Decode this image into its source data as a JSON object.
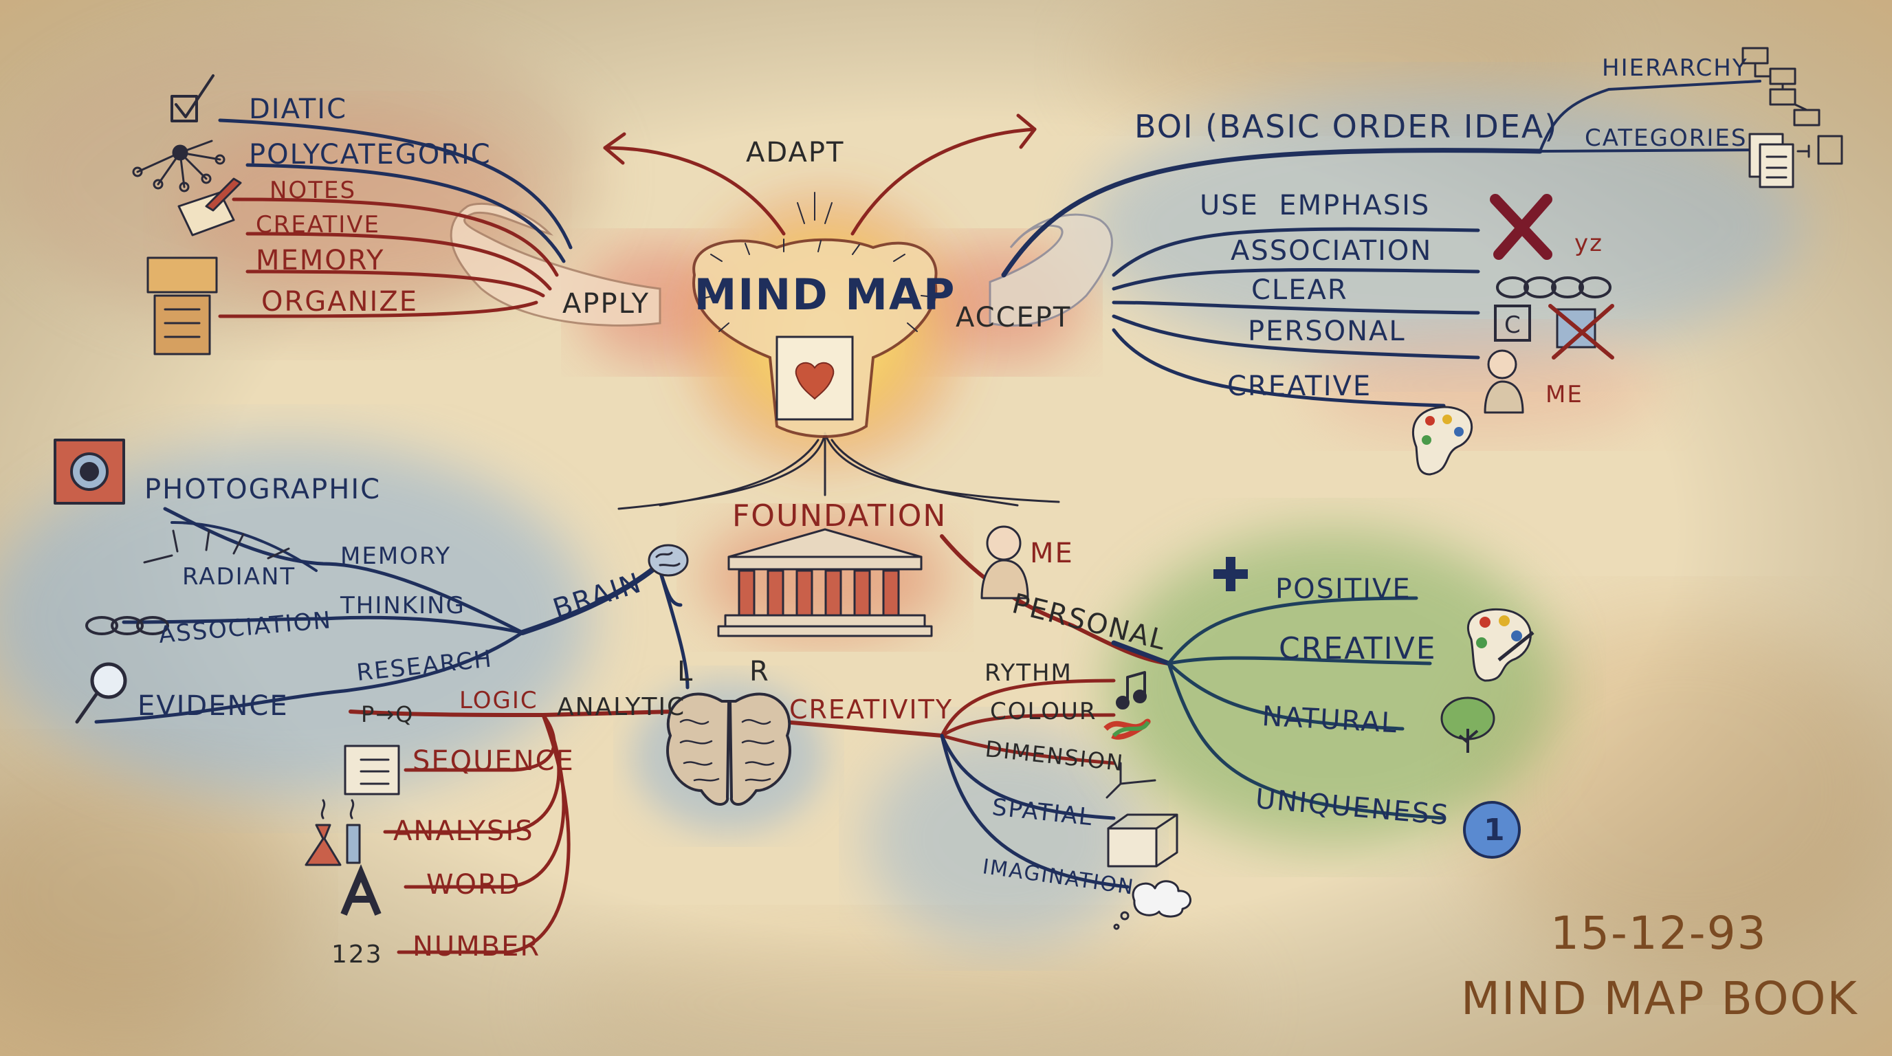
{
  "center": {
    "title": "MIND MAP"
  },
  "top": {
    "adapt": "ADAPT",
    "apply": "APPLY",
    "accept": "ACCEPT"
  },
  "left_top": {
    "items": [
      "DIATIC",
      "POLYCATEGORIC",
      "NOTES",
      "CREATIVE",
      "MEMORY",
      "ORGANIZE"
    ]
  },
  "right_top": {
    "boi": "BOI (BASIC ORDER IDEA)",
    "hierarchy": "HIERARCHY",
    "categories": "CATEGORIES",
    "items": [
      "USE  EMPHASIS",
      "ASSOCIATION",
      "CLEAR",
      "PERSONAL",
      "CREATIVE"
    ],
    "yz": "yz",
    "c_box": "C",
    "me": "ME"
  },
  "foundation": {
    "label": "FOUNDATION",
    "brain": "BRAIN",
    "personal": "PERSONAL",
    "me": "ME",
    "left": "L",
    "right": "R"
  },
  "brain_branch": {
    "photographic": "PHOTOGRAPHIC",
    "memory": "MEMORY",
    "radiant": "RADIANT",
    "thinking": "THINKING",
    "association": "ASSOCIATION",
    "research": "RESEARCH",
    "evidence": "EVIDENCE"
  },
  "left_brain": {
    "analytic": "ANALYTIC",
    "logic": "LOGIC",
    "pq": "P→Q",
    "items": [
      "SEQUENCE",
      "ANALYSIS",
      "WORD",
      "NUMBER"
    ],
    "num": "123"
  },
  "right_brain": {
    "creativity": "CREATIVITY",
    "items": [
      "RYTHM",
      "COLOUR",
      "DIMENSION",
      "SPATIAL",
      "IMAGINATION"
    ]
  },
  "personal_branch": {
    "items": [
      "POSITIVE",
      "CREATIVE",
      "NATURAL",
      "UNIQUENESS"
    ],
    "one": "1"
  },
  "footer": {
    "date": "15-12-93",
    "book": "MIND MAP BOOK"
  },
  "colors": {
    "paper": "#ecdcb8",
    "navy": "#1f2f5c",
    "red": "#8c2520",
    "green": "#6fa85a",
    "blue_wash": "#9fb6cf"
  }
}
